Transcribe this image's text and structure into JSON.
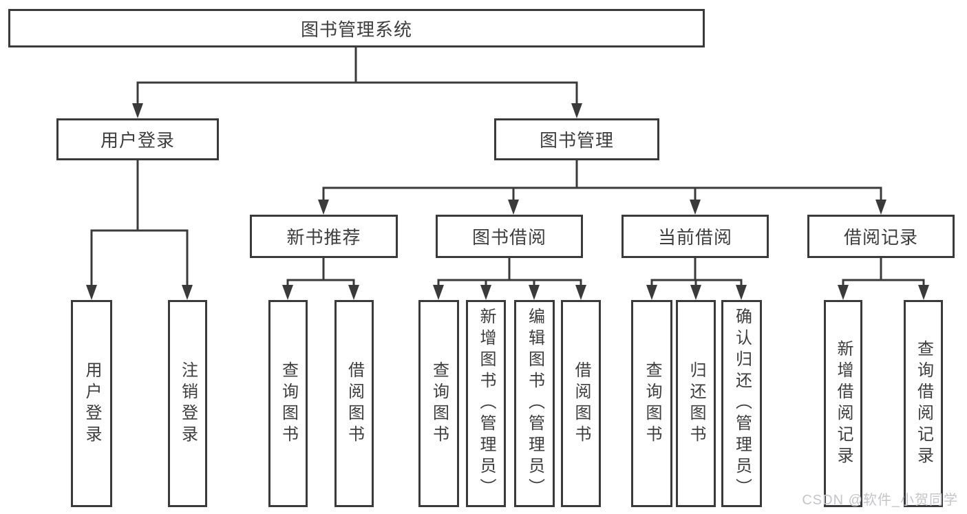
{
  "colors": {
    "background": "#ffffff",
    "line": "#3a3a3a",
    "text": "#3d3d3d",
    "watermark": "#c5c4c9"
  },
  "watermark": {
    "text": "CSDN @软件_小贺同学"
  },
  "tree": {
    "label": "图书管理系统",
    "children": [
      {
        "label": "用户登录",
        "children": [
          {
            "label": "用户登录"
          },
          {
            "label": "注销登录"
          }
        ]
      },
      {
        "label": "图书管理",
        "children": [
          {
            "label": "新书推荐",
            "children": [
              {
                "label": "查询图书"
              },
              {
                "label": "借阅图书"
              }
            ]
          },
          {
            "label": "图书借阅",
            "children": [
              {
                "label": "查询图书"
              },
              {
                "label": "新增图书（管理员）"
              },
              {
                "label": "编辑图书（管理员）"
              },
              {
                "label": "借阅图书"
              }
            ]
          },
          {
            "label": "当前借阅",
            "children": [
              {
                "label": "查询图书"
              },
              {
                "label": "归还图书"
              },
              {
                "label": "确认归还（管理员）"
              }
            ]
          },
          {
            "label": "借阅记录",
            "children": [
              {
                "label": "新增借阅记录"
              },
              {
                "label": "查询借阅记录"
              }
            ]
          }
        ]
      }
    ]
  }
}
